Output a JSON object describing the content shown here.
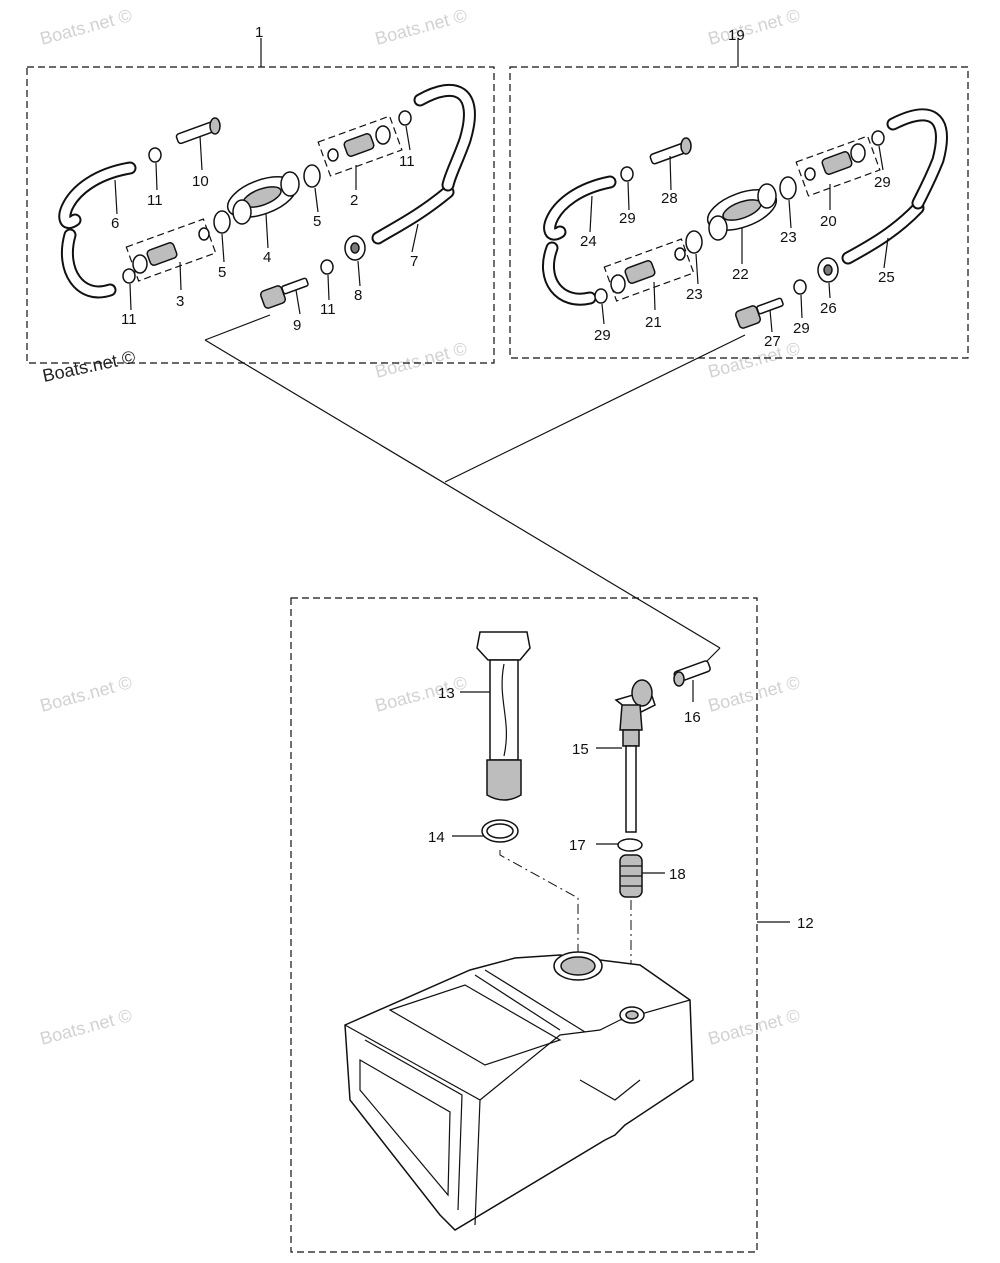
{
  "watermark": {
    "text": "Boats.net ©",
    "brand_text": "Boats.net ©"
  },
  "callouts": {
    "c1": "1",
    "c2": "2",
    "c3": "3",
    "c4": "4",
    "c5a": "5",
    "c5b": "5",
    "c6": "6",
    "c7": "7",
    "c8": "8",
    "c9": "9",
    "c10": "10",
    "c11a": "11",
    "c11b": "11",
    "c11c": "11",
    "c11d": "11",
    "c12": "12",
    "c13": "13",
    "c14": "14",
    "c15": "15",
    "c16": "16",
    "c17": "17",
    "c18": "18",
    "c19": "19",
    "c20": "20",
    "c21": "21",
    "c22": "22",
    "c23a": "23",
    "c23b": "23",
    "c24": "24",
    "c25": "25",
    "c26": "26",
    "c27": "27",
    "c28": "28",
    "c29a": "29",
    "c29b": "29",
    "c29c": "29",
    "c29d": "29"
  },
  "colors": {
    "ink": "#111111",
    "watermark": "#d2d2d2",
    "part_fill_grey": "#bdbdbd",
    "part_fill_dark": "#7a7a7a"
  }
}
